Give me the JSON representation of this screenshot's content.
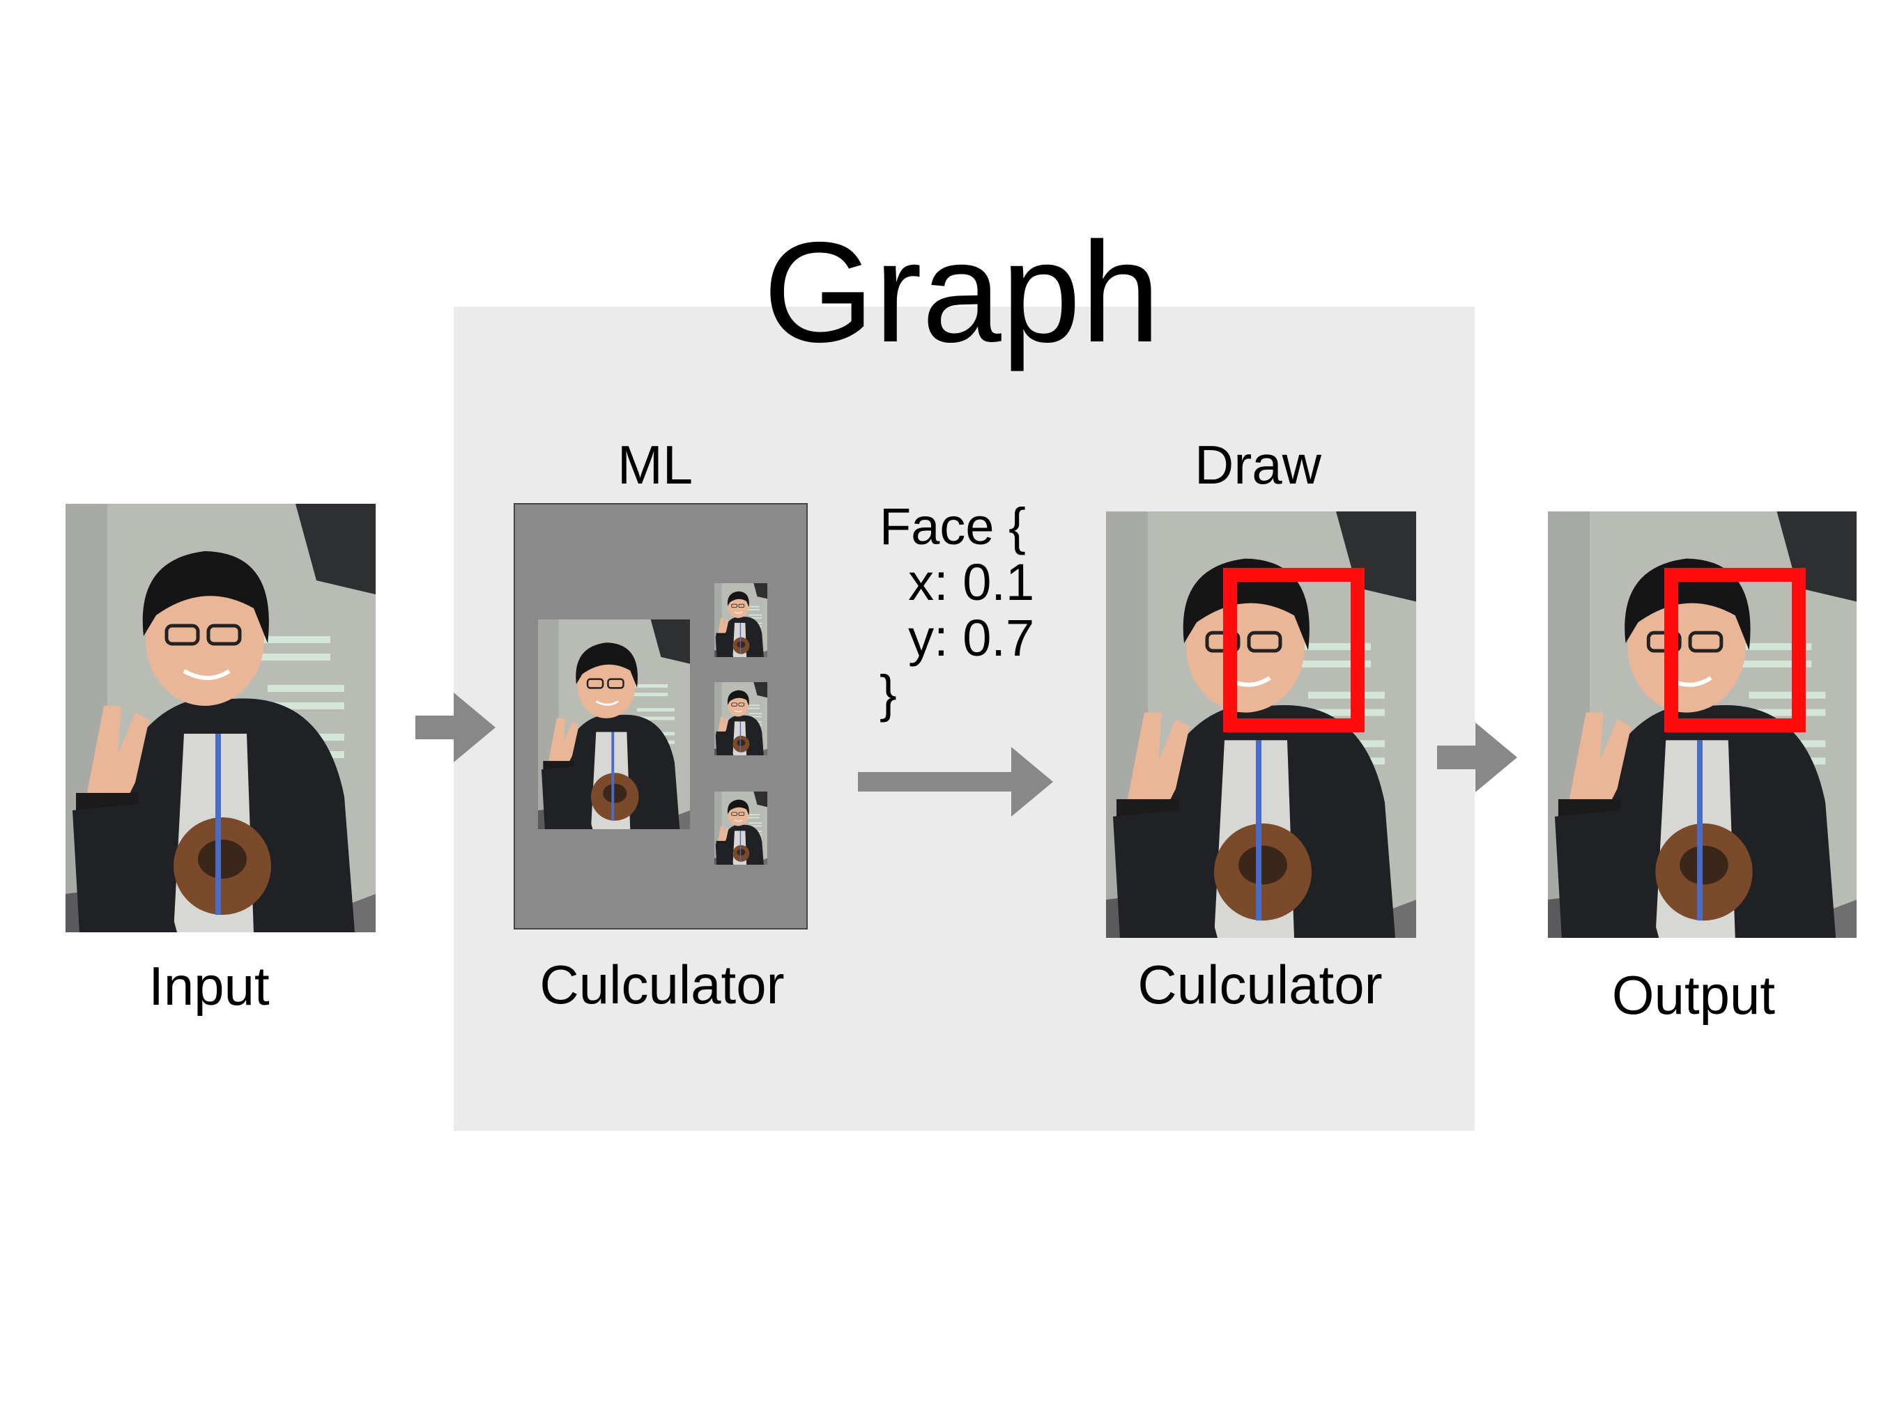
{
  "title": "Graph",
  "labels": {
    "input": "Input",
    "ml": "ML",
    "ml_calculator": "Culculator",
    "draw": "Draw",
    "draw_calculator": "Culculator",
    "output": "Output"
  },
  "face_code": [
    "Face {",
    "  x: 0.1",
    "  y: 0.7",
    "}"
  ],
  "colors": {
    "graph_background": "#ebebeb",
    "ml_panel": "#8a8a8a",
    "arrow": "#888888",
    "face_box": "#ff0d0d"
  },
  "icons": [
    "person-photo",
    "right-arrow-icon",
    "face-bounding-box"
  ]
}
